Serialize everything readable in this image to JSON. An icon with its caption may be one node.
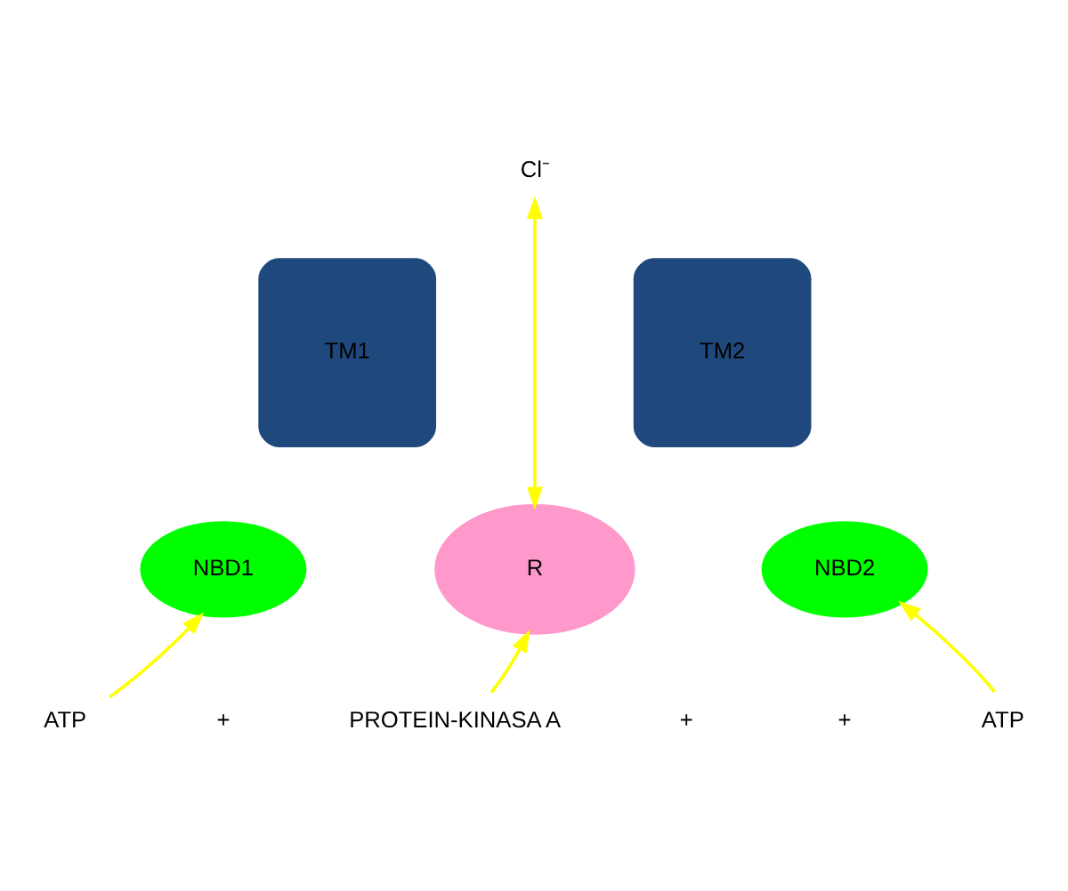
{
  "diagram": {
    "nodes": [
      {
        "text": [
          "Cl⁻"
        ]
      },
      {
        "text": [
          "TM1"
        ]
      },
      {
        "text": [
          "TM2"
        ]
      },
      {
        "text": [
          "NBD1"
        ]
      },
      {
        "text": [
          "R"
        ]
      },
      {
        "text": [
          "NBD2"
        ]
      },
      {
        "text": [
          "ATP"
        ]
      },
      {
        "text": [
          "PROTEIN-KINASA A"
        ]
      },
      {
        "text": [
          "ATP"
        ]
      }
    ],
    "edges": [
      {
        "from": 0,
        "to": 4,
        "arrow": "both"
      },
      {
        "from": 6,
        "to": 3,
        "arrow": "to"
      },
      {
        "from": 7,
        "to": 4,
        "arrow": "to"
      },
      {
        "from": 8,
        "to": 5,
        "arrow": "to"
      }
    ],
    "labels": [
      "+",
      "+",
      "+"
    ]
  }
}
